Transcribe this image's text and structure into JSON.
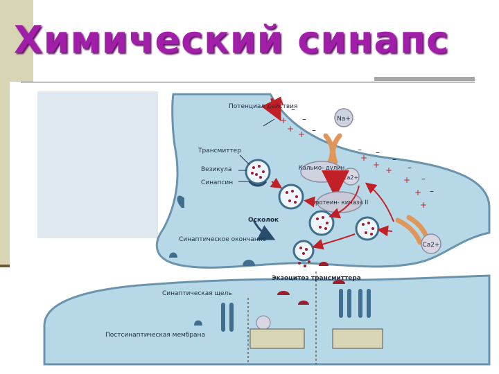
{
  "slide": {
    "title": "Химический синапс"
  },
  "labels": {
    "action_potential": "Потенциал действия",
    "transmitter": "Трансмиттер",
    "vesicle": "Везикула",
    "synapsin": "Синапсин",
    "calmodulin": "Кальмо- дулин",
    "protein_kinase": "Протеин- киназа II",
    "fragment": "Осколок",
    "synaptic_ending": "Синаптическое окончание",
    "exocytosis": "Экзоцитоз трансмиттера",
    "synaptic_cleft": "Синаптическая щель",
    "postsynaptic_membrane": "Постсинаптическая мембрана"
  },
  "ions": {
    "na": "Na+",
    "ca": "Ca2+",
    "ca_inner": "Ca2+"
  },
  "colors": {
    "title": "#a01ea8",
    "cytoplasm": "#b7d8e6",
    "membrane": "#6b94ac",
    "arrow": "#c22027",
    "channel": "#e0955a",
    "vesicle_dot": "#9c1f2e",
    "panel": "#d8d5b4"
  }
}
